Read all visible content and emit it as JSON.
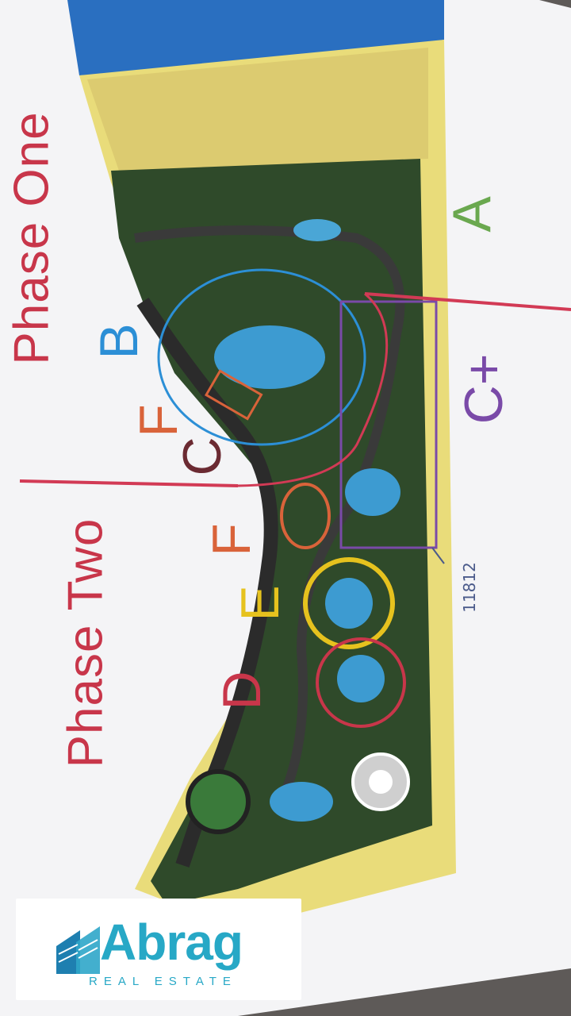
{
  "phases": {
    "one": "Phase One",
    "two": "Phase Two"
  },
  "zones": {
    "A": {
      "label": "A",
      "color": "#6aa84f"
    },
    "B": {
      "label": "B",
      "color": "#2c8fd6"
    },
    "F1": {
      "label": "F",
      "color": "#d9633a"
    },
    "C": {
      "label": "C",
      "color": "#6b2a32"
    },
    "Cplus": {
      "label": "C+",
      "color": "#7a4aa8"
    },
    "F2": {
      "label": "F",
      "color": "#d9633a"
    },
    "E": {
      "label": "E",
      "color": "#e6c21e"
    },
    "D": {
      "label": "D",
      "color": "#c8364a"
    }
  },
  "handwritten_note": "11812",
  "logo": {
    "name": "Abrag",
    "tagline": "REAL ESTATE"
  },
  "colors": {
    "phase_line": "#d23a55",
    "sea": "#2a6fc0",
    "sand": "#e9dc7a",
    "green": "#2f4a2a"
  }
}
